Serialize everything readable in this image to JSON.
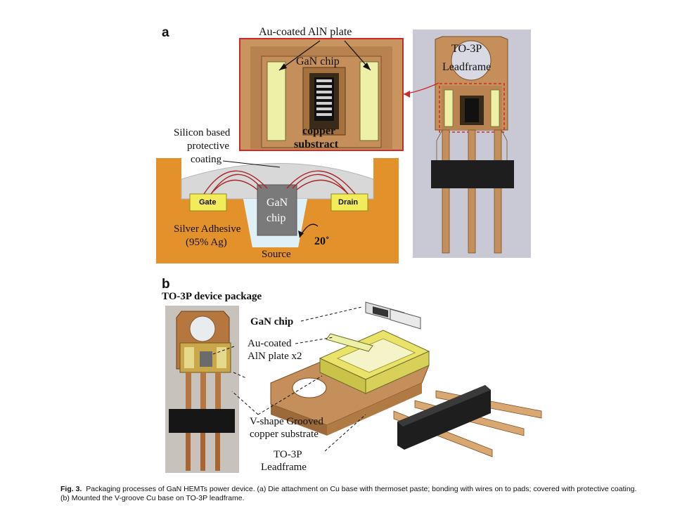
{
  "panel_a": {
    "letter": "a",
    "title_plate": "Au-coated AlN plate",
    "gan_chip_top": "GaN chip",
    "copper_substrate": "copper\nsubstract",
    "copper_line1": "copper",
    "copper_line2": "substract",
    "protective_coating_l1": "Silicon based",
    "protective_coating_l2": "protective",
    "protective_coating_l3": "coating",
    "gate": "Gate",
    "drain": "Drain",
    "gan_chip_l1": "GaN",
    "gan_chip_l2": "chip",
    "silver_l1": "Silver Adhesive",
    "silver_l2": "(95% Ag)",
    "source": "Source",
    "angle": "20˚",
    "to3p_l1": "TO-3P",
    "to3p_l2": "Leadframe"
  },
  "panel_b": {
    "letter": "b",
    "title": "TO-3P device package",
    "gan_chip": "GaN chip",
    "aln_l1": "Au-coated",
    "aln_l2": "AlN plate x2",
    "vshape_l1": "V-shape Grooved",
    "vshape_l2": "copper substrate",
    "to3p_l1": "TO-3P",
    "to3p_l2": "Leadframe"
  },
  "caption": {
    "label": "Fig. 3.",
    "text": "Packaging processes of GaN HEMTs power device. (a) Die attachment on Cu base with thermoset paste; bonding with wires on to pads; covered with protective coating. (b) Mounted the V-groove Cu base on TO-3P leadframe."
  },
  "colors": {
    "copper": "#c8955e",
    "copper_dark": "#8a5a2b",
    "orange": "#e3912b",
    "yellow_pad": "#f2ec5a",
    "aln_plate": "#eef0a8",
    "frame_red": "#cc2a2a",
    "gray_bg": "#c9c9d6",
    "coating": "#d8d8d8",
    "chip_gray": "#7a7a7a",
    "black_body": "#1e1e1e"
  }
}
